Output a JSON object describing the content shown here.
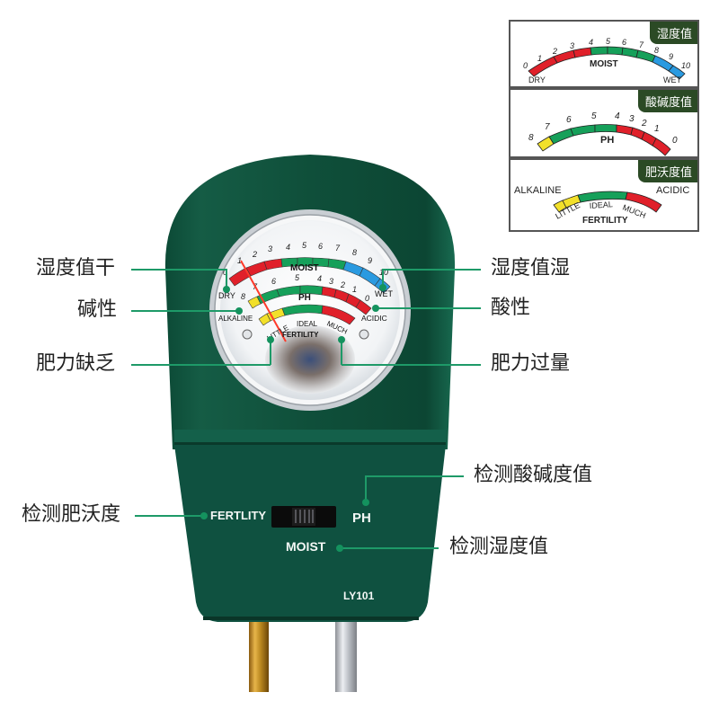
{
  "legend_panels": [
    {
      "tag": "湿度值",
      "scale_label": "MOIST",
      "ticks": [
        "0",
        "1",
        "2",
        "3",
        "4",
        "5",
        "6",
        "7",
        "8",
        "9",
        "10"
      ],
      "left_label": "DRY",
      "right_label": "WET",
      "segments": [
        "#e0202a",
        "#e0202a",
        "#e0202a",
        "#16a05a",
        "#16a05a",
        "#16a05a",
        "#16a05a",
        "#2a9ae0",
        "#2a9ae0",
        "#2a9ae0"
      ]
    },
    {
      "tag": "酸碱度值",
      "scale_label": "PH",
      "ticks": [
        "8",
        "7",
        "6",
        "5",
        "4",
        "3",
        "2",
        "1",
        "0"
      ],
      "segments": [
        "#f2e02a",
        "#16a05a",
        "#16a05a",
        "#16a05a",
        "#e0202a",
        "#e0202a",
        "#e0202a",
        "#e0202a"
      ]
    },
    {
      "tag": "肥沃度值",
      "scale_label": "FERTILITY",
      "left_label": "ALKALINE",
      "right_label": "ACIDIC",
      "arc_labels": [
        "LITTLE",
        "IDEAL",
        "MUCH"
      ],
      "segments": [
        "#f2e02a",
        "#f2e02a",
        "#16a05a",
        "#e0202a"
      ]
    }
  ],
  "callouts": {
    "dry": "湿度值干",
    "alkaline": "碱性",
    "low_fertility": "肥力缺乏",
    "wet": "湿度值湿",
    "acidic": "酸性",
    "high_fertility": "肥力过量",
    "detect_ph": "检测酸碱度值",
    "detect_fertility": "检测肥沃度",
    "detect_moisture": "检测湿度值"
  },
  "meter": {
    "moist_label": "MOIST",
    "ph_label": "PH",
    "fertility_label": "FERTILITY",
    "dry": "DRY",
    "wet": "WET",
    "alkaline": "ALKALINE",
    "acidic": "ACIDIC",
    "little": "LITTLE",
    "ideal": "IDEAL",
    "much": "MUCH",
    "moist_ticks": [
      "0",
      "1",
      "2",
      "3",
      "4",
      "5",
      "6",
      "7",
      "8",
      "9",
      "10"
    ],
    "ph_ticks": [
      "8",
      "7",
      "6",
      "5",
      "4",
      "3",
      "2",
      "1",
      "0"
    ],
    "needle_color": "#ff3a2a"
  },
  "switch": {
    "left_label": "FERTLITY",
    "right_label": "PH",
    "bottom_label": "MOIST"
  },
  "model": "LY101",
  "colors": {
    "body": "#0f4f3a",
    "accent_line": "#1e9a68",
    "red": "#e0202a",
    "green": "#16a05a",
    "blue": "#2a9ae0",
    "yellow": "#f2e02a"
  }
}
